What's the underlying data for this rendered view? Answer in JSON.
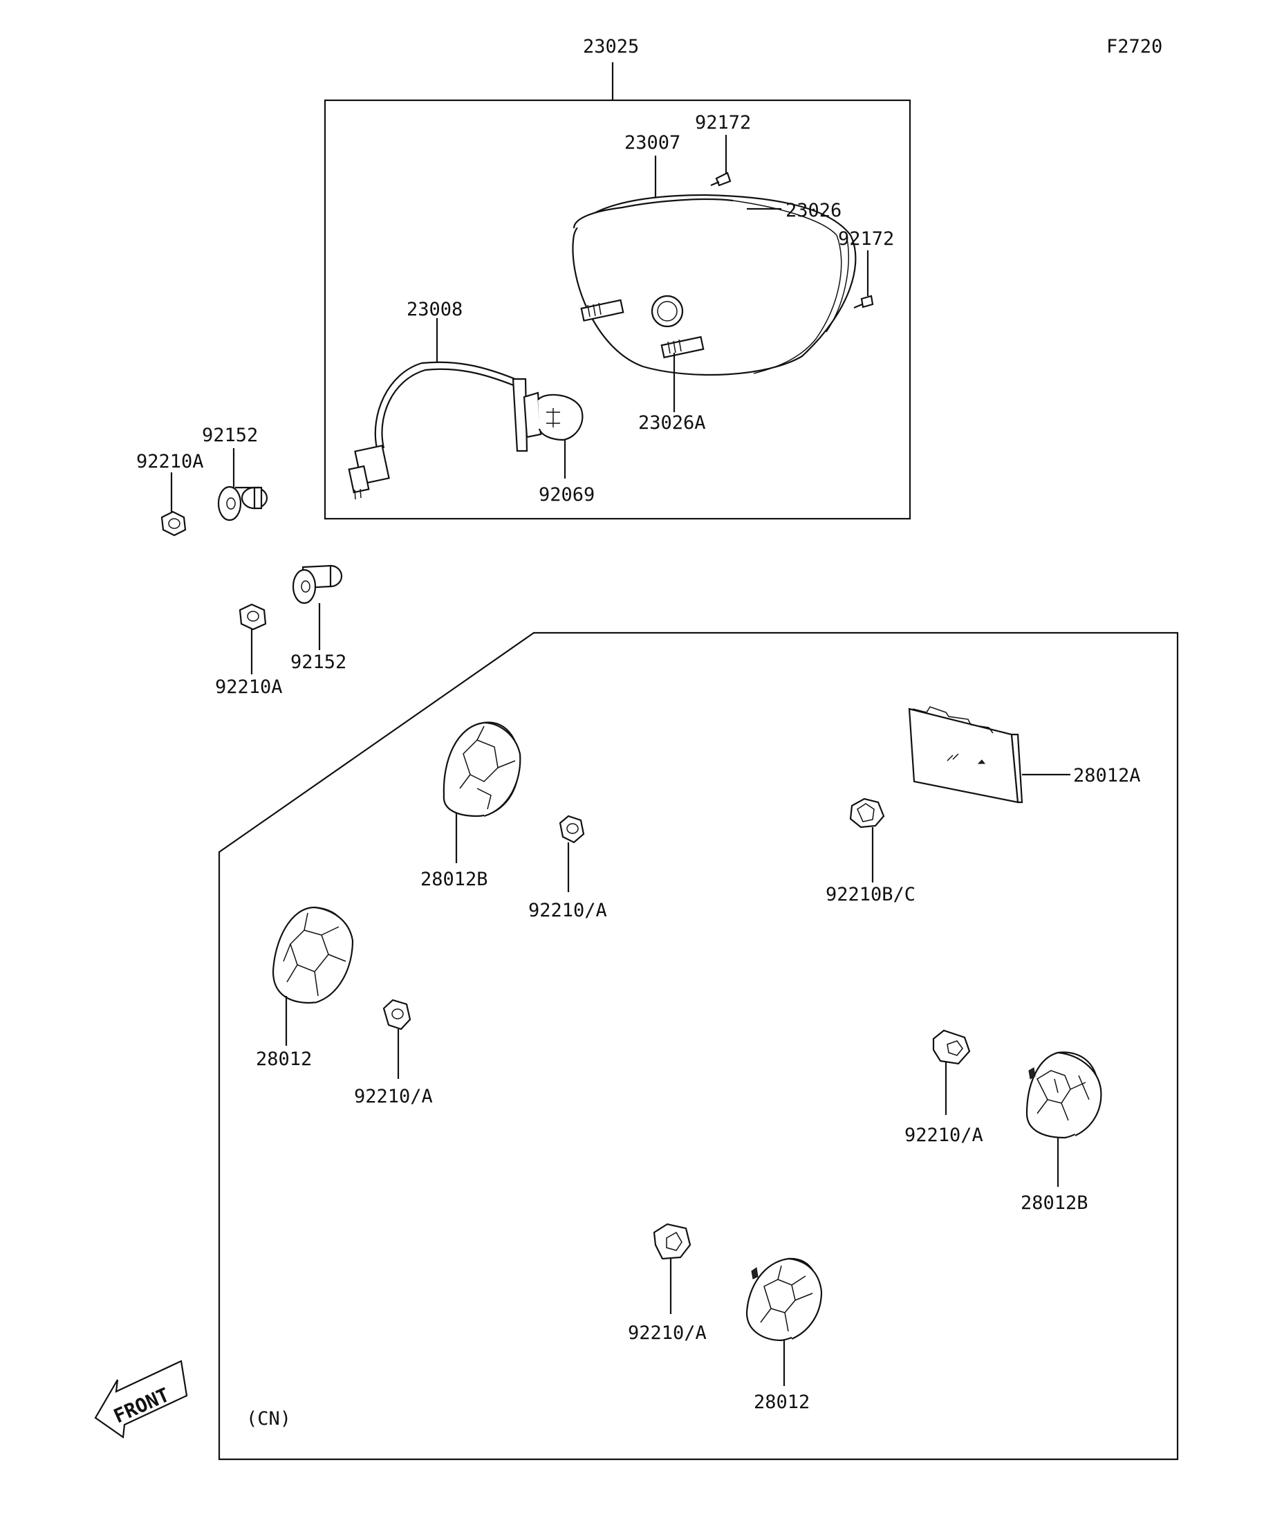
{
  "figure_code": "F2720",
  "region_note": "(CN)",
  "front_marker": "FRONT",
  "colors": {
    "ink": "#111111",
    "paper": "#ffffff"
  },
  "labels": {
    "assembly": "23025",
    "lens": "23007",
    "screw_top": "92172",
    "gasket": "23026",
    "screw_right": "92172",
    "harness": "23008",
    "stud": "23026A",
    "bulb": "92069",
    "collar_1": "92152",
    "nut_1": "92210A",
    "collar_2": "92152",
    "nut_2": "92210A",
    "reflector_b_top": "28012B",
    "nut_a_1": "92210/A",
    "reflector_a": "28012A",
    "nut_bc": "92210B/C",
    "reflector_left": "28012",
    "nut_a_2": "92210/A",
    "nut_a_3": "92210/A",
    "reflector_b_right": "28012B",
    "nut_a_4": "92210/A",
    "reflector_bottom": "28012"
  }
}
